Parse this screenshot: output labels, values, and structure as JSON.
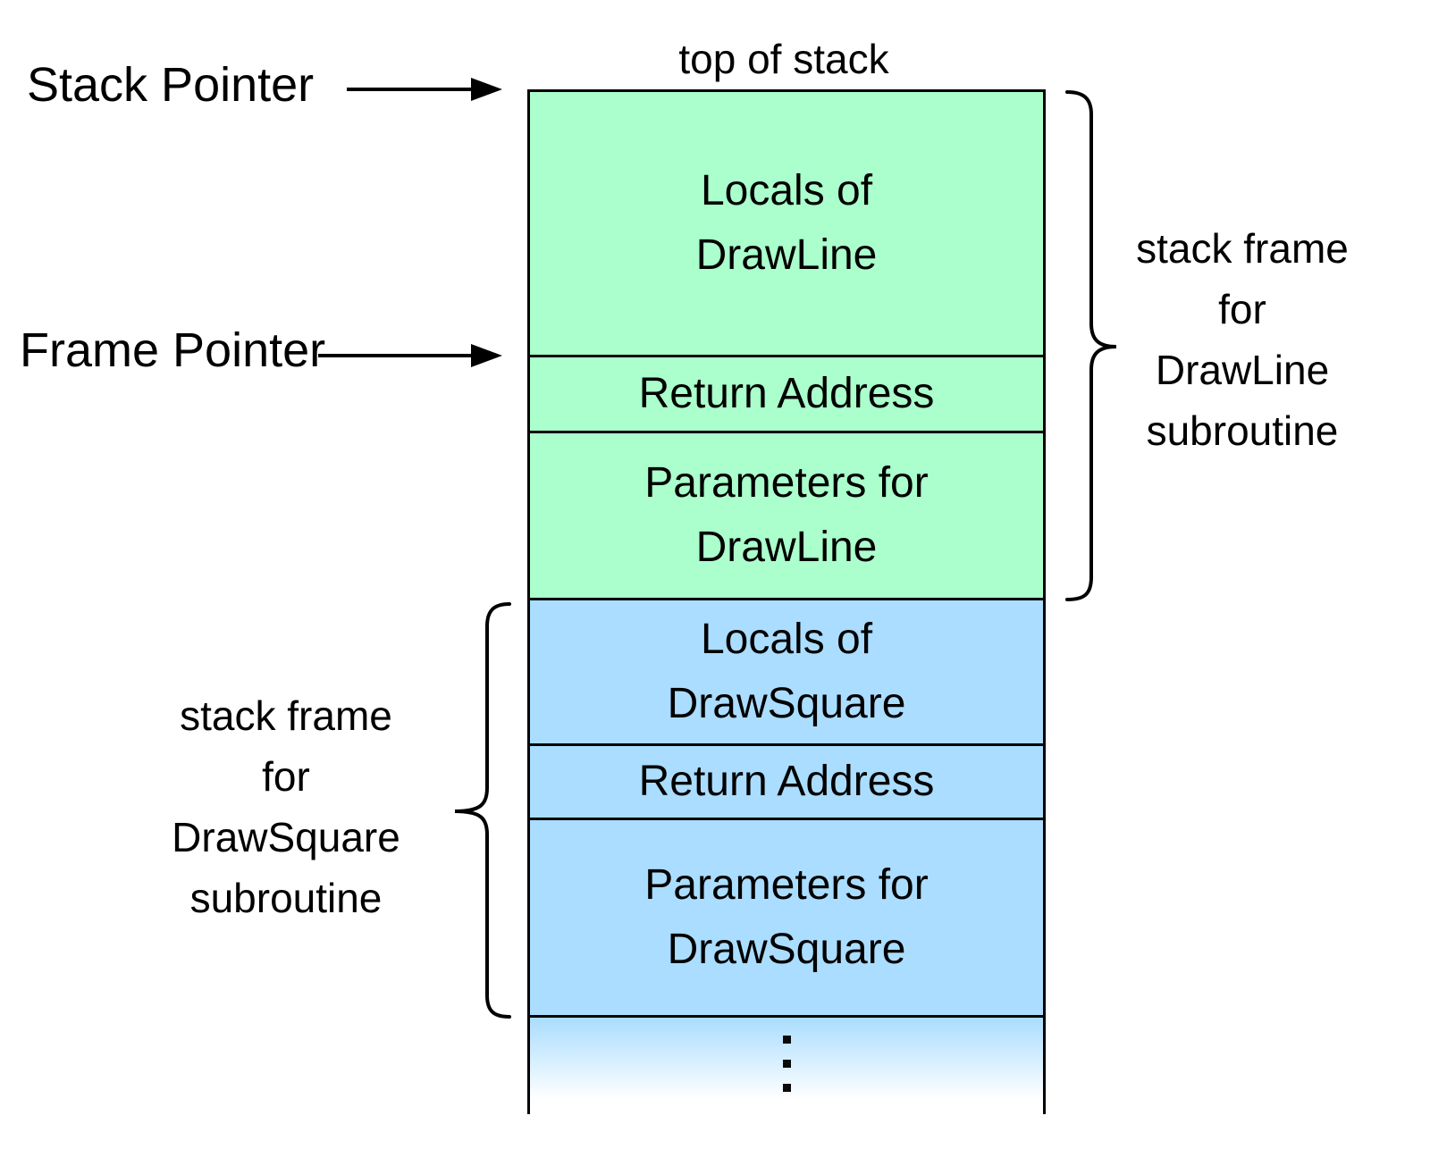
{
  "title": "top of stack",
  "pointers": {
    "stack_pointer_label": "Stack Pointer",
    "frame_pointer_label": "Frame Pointer"
  },
  "frames": {
    "drawline": {
      "fill_color": "#aaffcc",
      "rows": [
        {
          "lines": [
            "Locals of",
            "DrawLine"
          ]
        },
        {
          "lines": [
            "Return Address"
          ]
        },
        {
          "lines": [
            "Parameters for",
            "DrawLine"
          ]
        }
      ],
      "caption": [
        "stack frame",
        "for",
        "DrawLine",
        "subroutine"
      ]
    },
    "drawsquare": {
      "fill_color": "#aaddff",
      "rows": [
        {
          "lines": [
            "Locals of",
            "DrawSquare"
          ]
        },
        {
          "lines": [
            "Return Address"
          ]
        },
        {
          "lines": [
            "Parameters for",
            "DrawSquare"
          ]
        }
      ],
      "caption": [
        "stack frame",
        "for",
        "DrawSquare",
        "subroutine"
      ]
    }
  },
  "continuation": {
    "ellipsis_glyph": "⋮",
    "ellipsis_dot_count": 3
  },
  "colors": {
    "border": "#000000",
    "background": "#ffffff",
    "text": "#000000"
  }
}
